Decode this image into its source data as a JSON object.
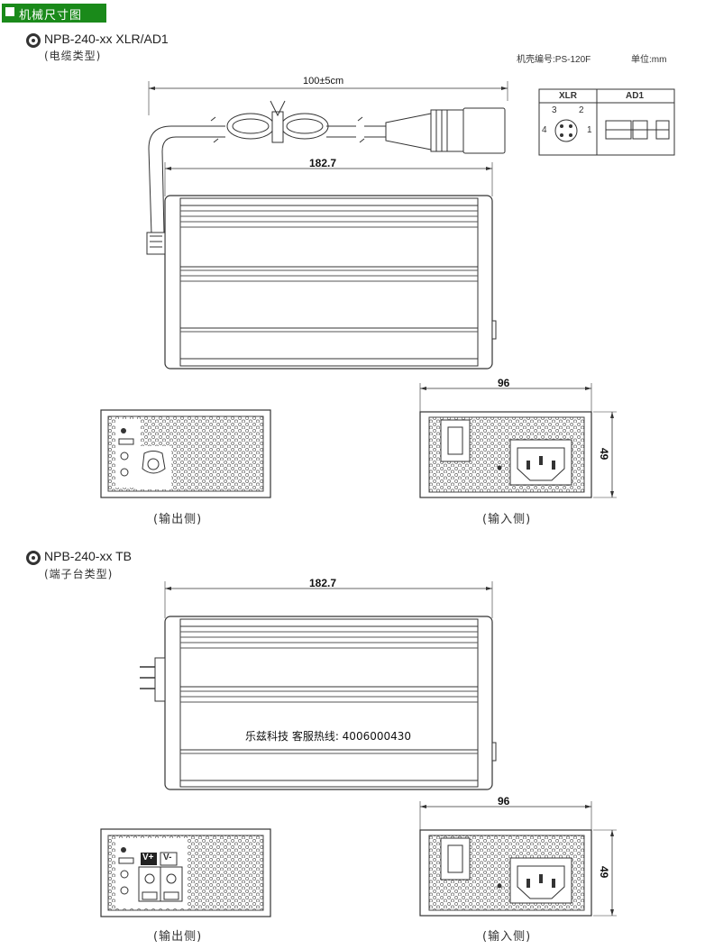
{
  "header": {
    "title": "机械尺寸图"
  },
  "section1": {
    "model": "NPB-240-xx XLR/AD1",
    "type": "(电缆类型)",
    "case_no": "机壳编号:PS-120F",
    "unit": "单位:mm",
    "cable_length": "100±5cm",
    "length": "182.7",
    "connector_table": {
      "col1": "XLR",
      "col2": "AD1",
      "pins": [
        "3",
        "2",
        "4",
        "1"
      ]
    },
    "output_side": "(输出侧)",
    "input_side": "(输入侧)",
    "width": "96",
    "height": "49"
  },
  "section2": {
    "model": "NPB-240-xx TB",
    "type": "(端子台类型)",
    "length": "182.7",
    "hotline": "乐兹科技 客服热线:  4006000430",
    "output_side": "(输出侧)",
    "input_side": "(输入侧)",
    "width": "96",
    "height": "49",
    "terminal_plus": "V+",
    "terminal_minus": "V-"
  }
}
